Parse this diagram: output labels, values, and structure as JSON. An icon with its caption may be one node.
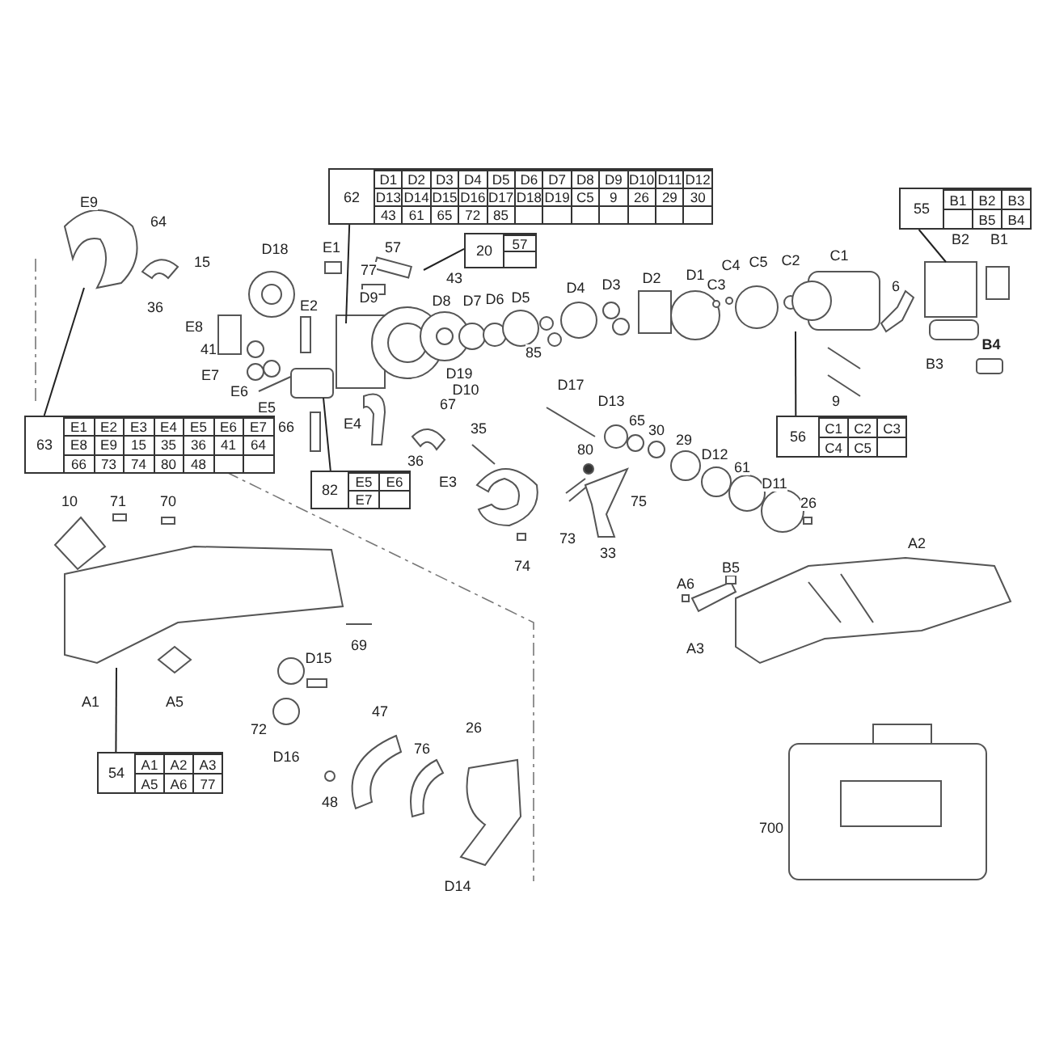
{
  "diagram": {
    "nodes": [
      {
        "text": [
          "62",
          "D1",
          "D2",
          "D3",
          "D4",
          "D5",
          "D6",
          "D7",
          "D8",
          "D9",
          "D10",
          "D11",
          "D12",
          "D13",
          "D14",
          "D15",
          "D16",
          "D17",
          "D18",
          "D19",
          "C5",
          "9",
          "26",
          "29",
          "30",
          "43",
          "61",
          "65",
          "72",
          "85"
        ]
      },
      {
        "text": [
          "55",
          "B1",
          "B2",
          "B3",
          "B5",
          "B4"
        ]
      },
      {
        "text": [
          "20",
          "57"
        ]
      },
      {
        "text": [
          "63",
          "E1",
          "E2",
          "E3",
          "E4",
          "E5",
          "E6",
          "E7",
          "E8",
          "E9",
          "15",
          "35",
          "36",
          "41",
          "64",
          "66",
          "73",
          "74",
          "80",
          "48"
        ]
      },
      {
        "text": [
          "56",
          "C1",
          "C2",
          "C3",
          "C4",
          "C5"
        ]
      },
      {
        "text": [
          "82",
          "E5",
          "E6",
          "E7"
        ]
      },
      {
        "text": [
          "54",
          "A1",
          "A2",
          "A3",
          "A5",
          "A6",
          "77"
        ]
      }
    ],
    "edges": [
      {
        "from": 0,
        "to": null,
        "arrow": "none"
      },
      {
        "from": 1,
        "to": null,
        "arrow": "none"
      },
      {
        "from": 2,
        "to": null,
        "arrow": "none"
      },
      {
        "from": 3,
        "to": null,
        "arrow": "none"
      },
      {
        "from": 4,
        "to": null,
        "arrow": "none"
      },
      {
        "from": 5,
        "to": null,
        "arrow": "none"
      },
      {
        "from": 6,
        "to": null,
        "arrow": "none"
      }
    ],
    "labels": [
      "E9",
      "64",
      "D18",
      "E1",
      "57",
      "15",
      "77",
      "43",
      "D4",
      "D3",
      "D2",
      "D1",
      "C4",
      "C5",
      "C2",
      "C1",
      "B2",
      "B1",
      "D9",
      "D8",
      "D7",
      "D6",
      "D5",
      "C3",
      "6",
      "36",
      "E2",
      "E8",
      "B4",
      "41",
      "85",
      "B3",
      "E7",
      "D19",
      "E6",
      "E5",
      "67",
      "D10",
      "D17",
      "D13",
      "9",
      "66",
      "E4",
      "36",
      "35",
      "80",
      "65",
      "30",
      "29",
      "D12",
      "61",
      "E3",
      "D11",
      "10",
      "71",
      "70",
      "75",
      "26",
      "73",
      "A2",
      "33",
      "74",
      "B5",
      "A6",
      "69",
      "A3",
      "D15",
      "A1",
      "A5",
      "47",
      "72",
      "26",
      "76",
      "D16",
      "48",
      "700",
      "D14"
    ]
  }
}
